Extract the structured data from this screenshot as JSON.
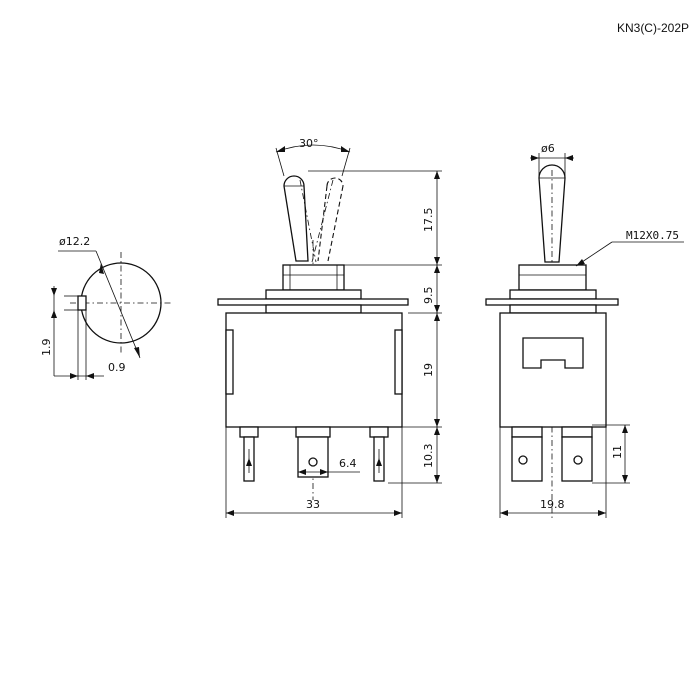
{
  "title": "KN3(C)-202P",
  "front_view": {
    "angle": "30°",
    "height_lever": "17.5",
    "height_bushing": "9.5",
    "height_body": "19",
    "height_terminal": "10.3",
    "terminal_width": "6.4",
    "body_width": "33"
  },
  "side_view": {
    "lever_diameter": "ø6",
    "thread": "M12X0.75",
    "body_width": "19.8",
    "terminal_height": "11"
  },
  "circle_view": {
    "diameter": "ø12.2",
    "key_height": "1.9",
    "key_width": "0.9"
  }
}
